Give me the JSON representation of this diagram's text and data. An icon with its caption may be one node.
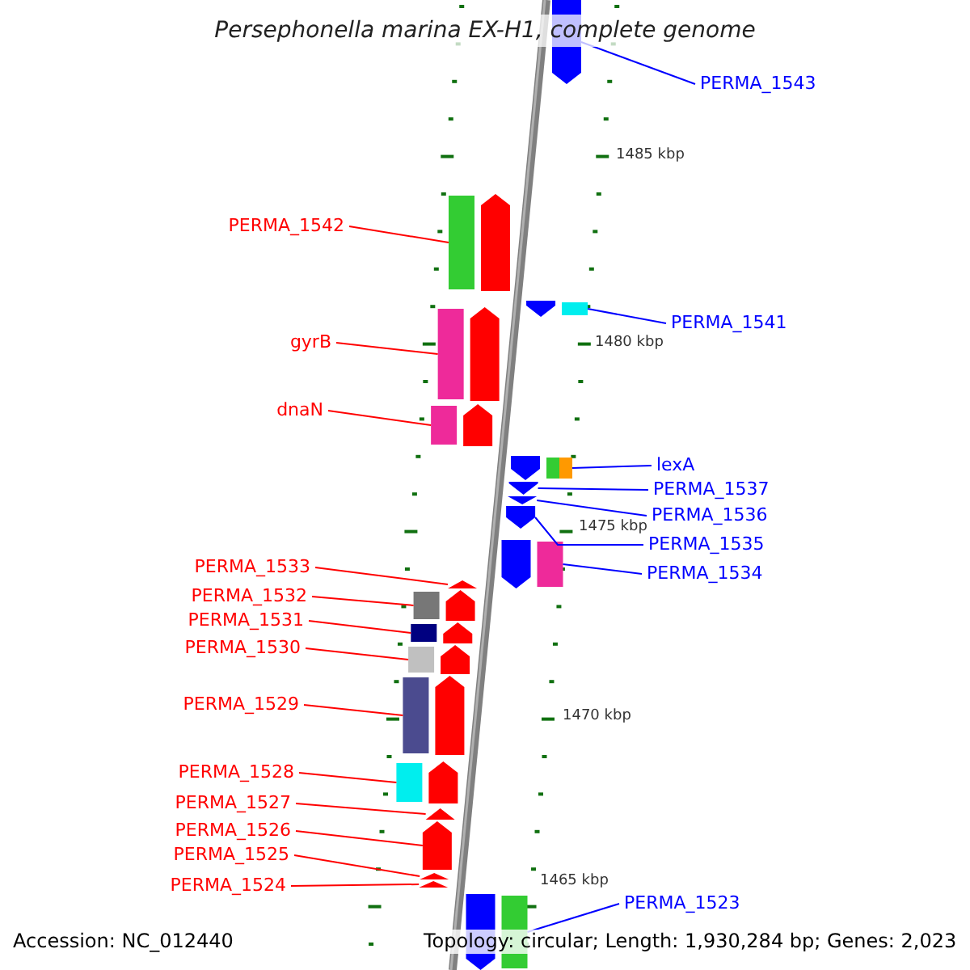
{
  "diagram": {
    "title": "Persephonella marina EX-H1, complete genome",
    "nodes": [
      {
        "text": [
          "PERMA_1543"
        ]
      },
      {
        "text": [],
        "shape": "arrow"
      },
      {
        "text": [
          "PERMA_1542"
        ]
      },
      {
        "text": [],
        "shape": "arrow"
      },
      {
        "text": [
          "PERMA_1541"
        ]
      },
      {
        "text": [],
        "shape": "arrow"
      },
      {
        "text": [
          "gyrB"
        ]
      },
      {
        "text": [],
        "shape": "arrow"
      },
      {
        "text": [
          "dnaN"
        ]
      },
      {
        "text": [],
        "shape": "arrow"
      },
      {
        "text": [
          "lexA"
        ]
      },
      {
        "text": [],
        "shape": "arrow"
      },
      {
        "text": [
          "PERMA_1537"
        ]
      },
      {
        "text": [],
        "shape": "arrow"
      },
      {
        "text": [
          "PERMA_1536"
        ]
      },
      {
        "text": [],
        "shape": "arrow"
      },
      {
        "text": [
          "PERMA_1535"
        ]
      },
      {
        "text": [],
        "shape": "arrow"
      },
      {
        "text": [
          "PERMA_1534"
        ]
      },
      {
        "text": [],
        "shape": "arrow"
      },
      {
        "text": [
          "PERMA_1533"
        ]
      },
      {
        "text": [],
        "shape": "arrow"
      },
      {
        "text": [
          "PERMA_1532"
        ]
      },
      {
        "text": [],
        "shape": "arrow"
      },
      {
        "text": [
          "PERMA_1531"
        ]
      },
      {
        "text": [],
        "shape": "arrow"
      },
      {
        "text": [
          "PERMA_1530"
        ]
      },
      {
        "text": [],
        "shape": "arrow"
      },
      {
        "text": [
          "PERMA_1529"
        ]
      },
      {
        "text": [],
        "shape": "arrow"
      },
      {
        "text": [
          "PERMA_1528"
        ]
      },
      {
        "text": [],
        "shape": "arrow"
      },
      {
        "text": [
          "PERMA_1527"
        ]
      },
      {
        "text": [],
        "shape": "arrow"
      },
      {
        "text": [
          "PERMA_1526"
        ]
      },
      {
        "text": [],
        "shape": "arrow"
      },
      {
        "text": [
          "PERMA_1525"
        ]
      },
      {
        "text": [],
        "shape": "arrow"
      },
      {
        "text": [
          "PERMA_1524"
        ]
      },
      {
        "text": [],
        "shape": "arrow"
      },
      {
        "text": [
          "PERMA_1523"
        ]
      },
      {
        "text": [],
        "shape": "arrow"
      }
    ],
    "edges": [
      {
        "from": 0,
        "to": 1,
        "arrow": "none",
        "color": "#0000ff"
      },
      {
        "from": 2,
        "to": 3,
        "arrow": "none"
      },
      {
        "from": 4,
        "to": 5,
        "arrow": "none",
        "color": "#0000ff"
      },
      {
        "from": 6,
        "to": 7,
        "arrow": "none"
      },
      {
        "from": 8,
        "to": 9,
        "arrow": "none"
      },
      {
        "from": 10,
        "to": 11,
        "arrow": "none",
        "color": "#0000ff"
      },
      {
        "from": 12,
        "to": 13,
        "arrow": "none",
        "color": "#0000ff"
      },
      {
        "from": 14,
        "to": 15,
        "arrow": "none",
        "color": "#0000ff"
      },
      {
        "from": 16,
        "to": 17,
        "arrow": "none",
        "color": "#0000ff"
      },
      {
        "from": 18,
        "to": 19,
        "arrow": "none",
        "color": "#0000ff"
      },
      {
        "from": 20,
        "to": 21,
        "arrow": "none"
      },
      {
        "from": 22,
        "to": 23,
        "arrow": "none"
      },
      {
        "from": 24,
        "to": 25,
        "arrow": "none"
      },
      {
        "from": 26,
        "to": 27,
        "arrow": "none"
      },
      {
        "from": 28,
        "to": 29,
        "arrow": "none"
      },
      {
        "from": 30,
        "to": 31,
        "arrow": "none"
      },
      {
        "from": 32,
        "to": 33,
        "arrow": "none"
      },
      {
        "from": 34,
        "to": 35,
        "arrow": "none"
      },
      {
        "from": 36,
        "to": 37,
        "arrow": "none"
      },
      {
        "from": 38,
        "to": 39,
        "arrow": "none"
      },
      {
        "from": 40,
        "to": 41,
        "arrow": "none",
        "color": "#0000ff"
      }
    ],
    "labels": [
      "1485 kbp",
      "1480 kbp",
      "1475 kbp",
      "1470 kbp",
      "1465 kbp",
      "Accession: NC_012440",
      "Topology: circular; Length: 1,930,284 bp; Genes: 2,023"
    ]
  }
}
